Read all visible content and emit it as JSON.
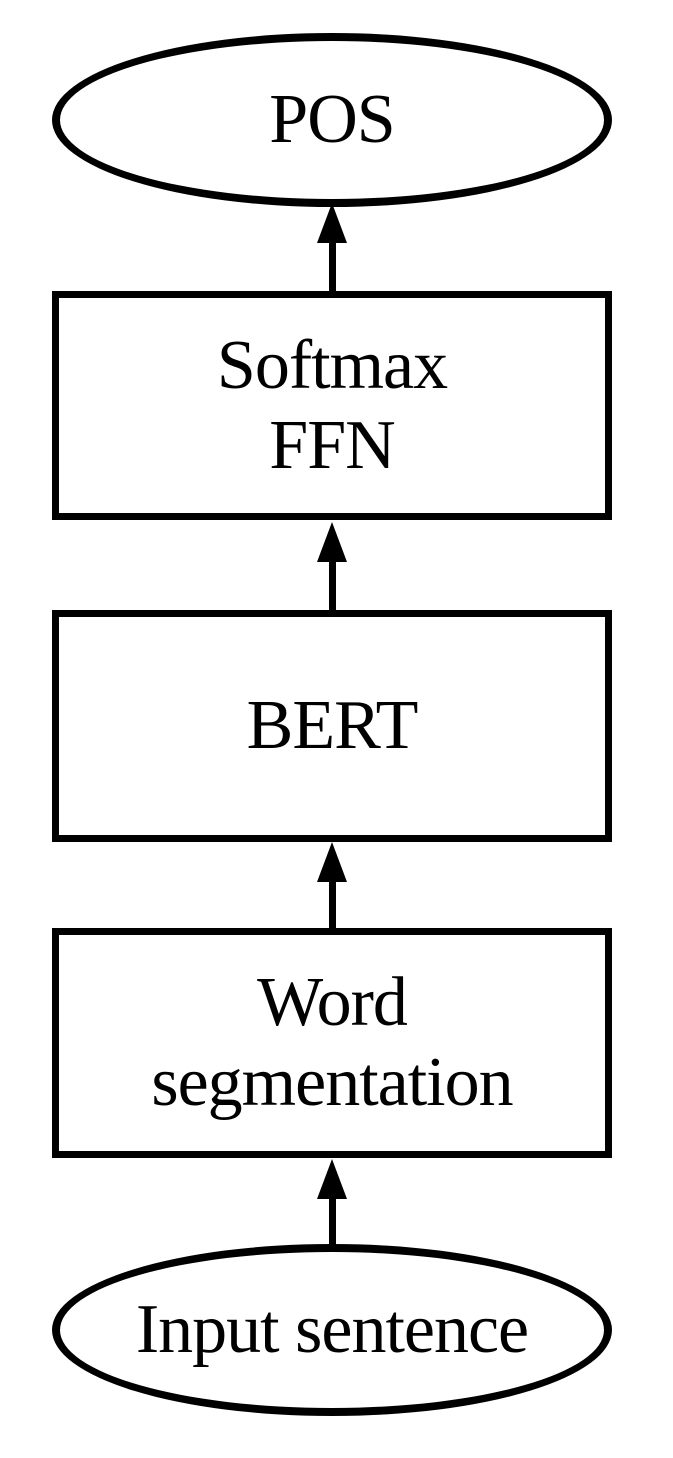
{
  "diagram": {
    "type": "flowchart",
    "background": "#ffffff",
    "stroke_color": "#000000",
    "text_color": "#000000",
    "fill_color": "#ffffff",
    "nodes": [
      {
        "id": "pos",
        "shape": "ellipse",
        "label": "POS"
      },
      {
        "id": "softmax-ffn",
        "shape": "rectangle",
        "label": "Softmax\nFFN"
      },
      {
        "id": "bert",
        "shape": "rectangle",
        "label": "BERT"
      },
      {
        "id": "word-segmentation",
        "shape": "rectangle",
        "label": "Word\nsegmentation"
      },
      {
        "id": "input-sentence",
        "shape": "ellipse",
        "label": "Input sentence"
      }
    ],
    "edges": [
      {
        "from": "softmax-ffn",
        "to": "pos",
        "direction": "up"
      },
      {
        "from": "bert",
        "to": "softmax-ffn",
        "direction": "up"
      },
      {
        "from": "word-segmentation",
        "to": "bert",
        "direction": "up"
      },
      {
        "from": "input-sentence",
        "to": "word-segmentation",
        "direction": "up"
      }
    ]
  }
}
